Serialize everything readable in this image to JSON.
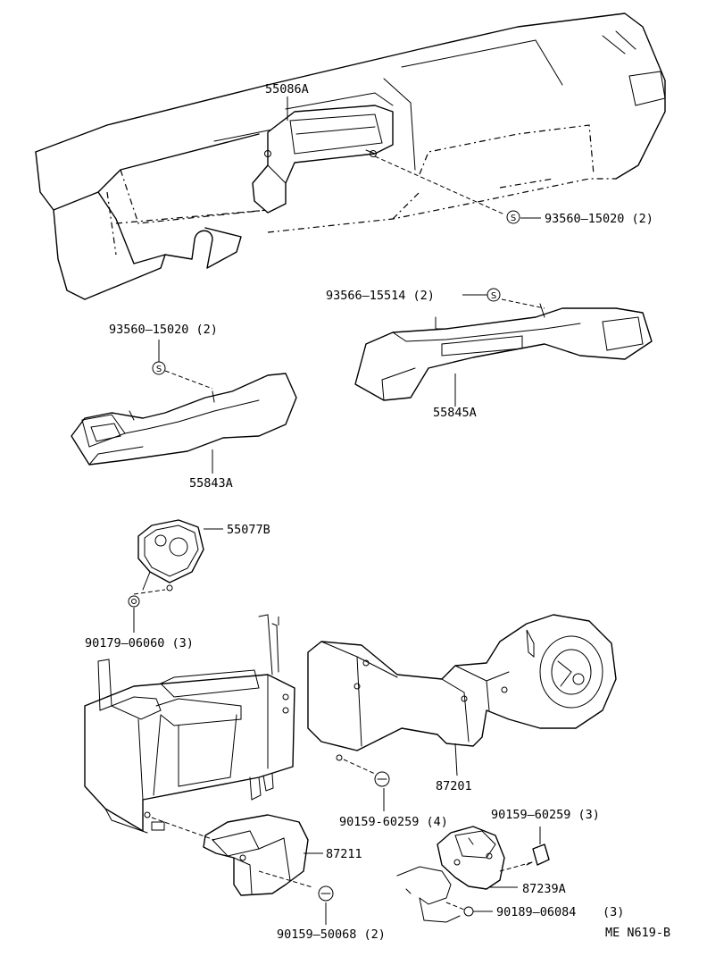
{
  "labels": {
    "p55086A": "55086A",
    "p93560a": "93560–15020 (2)",
    "p93566": "93566–15514 (2)",
    "p93560b": "93560–15020 (2)",
    "p55845A": "55845A",
    "p55843A": "55843A",
    "p55077B": "55077B",
    "p90179": "90179–06060 (3)",
    "p87201": "87201",
    "p90159a": "90159-60259 (4)",
    "p90159b": "90159–60259 (3)",
    "p87211": "87211",
    "p87239A": "87239A",
    "p90189": "90189–06084",
    "p90189qty": "(3)",
    "p90159c": "90159–50068 (2)",
    "code": "ME N619-B"
  },
  "symbols": {
    "s": "S"
  }
}
